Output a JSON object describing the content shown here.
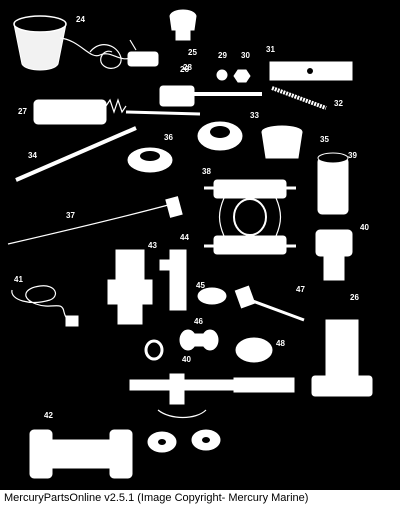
{
  "footer": {
    "caption": "MercuryPartsOnline v2.5.1 (Image Copyright- Mercury Marine)"
  },
  "callouts": [
    "24",
    "25",
    "26",
    "27",
    "28",
    "29",
    "30",
    "31",
    "32",
    "33",
    "34",
    "35",
    "36",
    "37",
    "38",
    "39",
    "40",
    "41",
    "42",
    "43",
    "44",
    "45",
    "46",
    "47",
    "48",
    "40",
    "26"
  ]
}
